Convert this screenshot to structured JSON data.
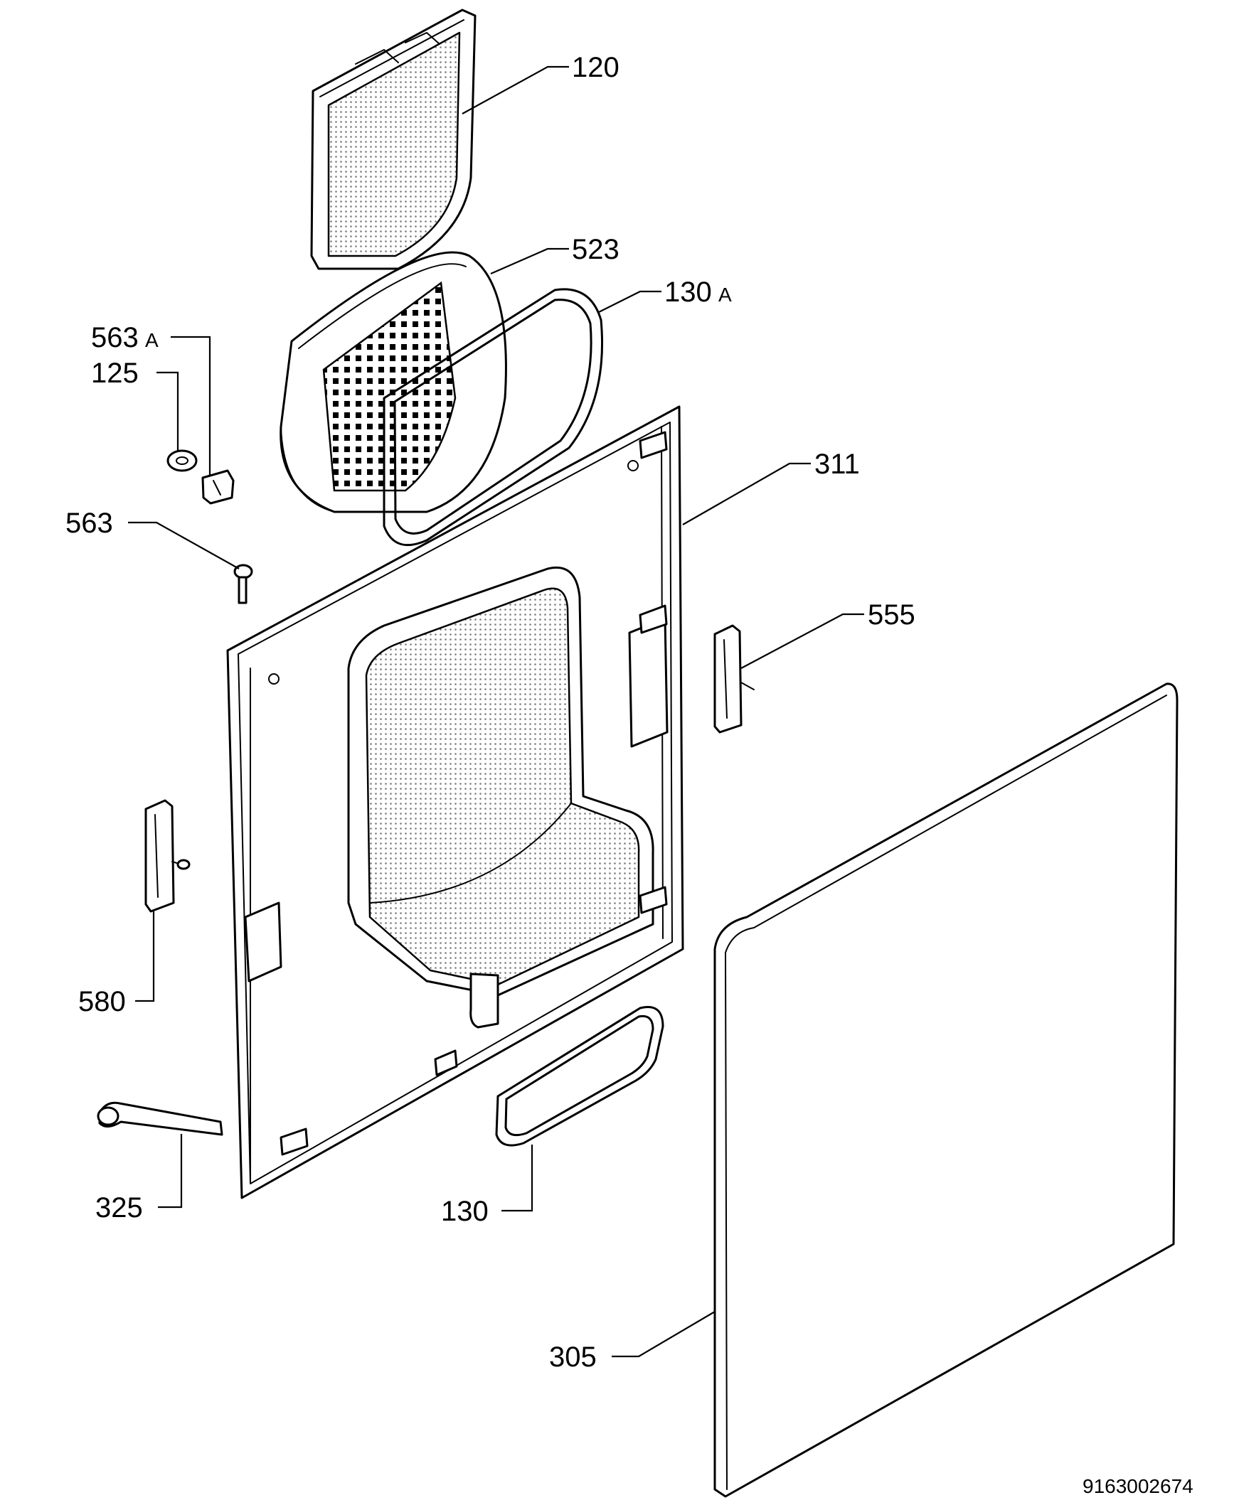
{
  "callouts": {
    "p120": "120",
    "p523": "523",
    "p130a": "130",
    "p130a_suffix": "A",
    "p563a": "563",
    "p563a_suffix": "A",
    "p125": "125",
    "p563": "563",
    "p311": "311",
    "p555": "555",
    "p580": "580",
    "p325": "325",
    "p130": "130",
    "p305": "305"
  },
  "drawing_number": "9163002674"
}
